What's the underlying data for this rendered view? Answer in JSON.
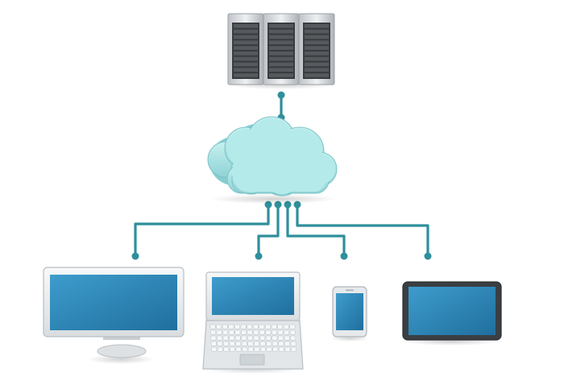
{
  "diagram": {
    "nodes": [
      {
        "id": "server-rack",
        "icon": "server-rack-icon"
      },
      {
        "id": "cloud",
        "icon": "cloud-icon"
      },
      {
        "id": "desktop-monitor",
        "icon": "desktop-monitor-icon"
      },
      {
        "id": "laptop",
        "icon": "laptop-icon"
      },
      {
        "id": "smartphone",
        "icon": "smartphone-icon"
      },
      {
        "id": "tablet",
        "icon": "tablet-icon"
      }
    ],
    "connections": [
      {
        "from": "server-rack",
        "to": "cloud"
      },
      {
        "from": "cloud",
        "to": "desktop-monitor"
      },
      {
        "from": "cloud",
        "to": "laptop"
      },
      {
        "from": "cloud",
        "to": "smartphone"
      },
      {
        "from": "cloud",
        "to": "tablet"
      }
    ]
  },
  "colors": {
    "connector": "#2e8f9b",
    "cloud": "#a9e5e6",
    "screen": "#2c87b8",
    "device_frame": "#e9ecee",
    "server_body": "#d4d7da"
  }
}
